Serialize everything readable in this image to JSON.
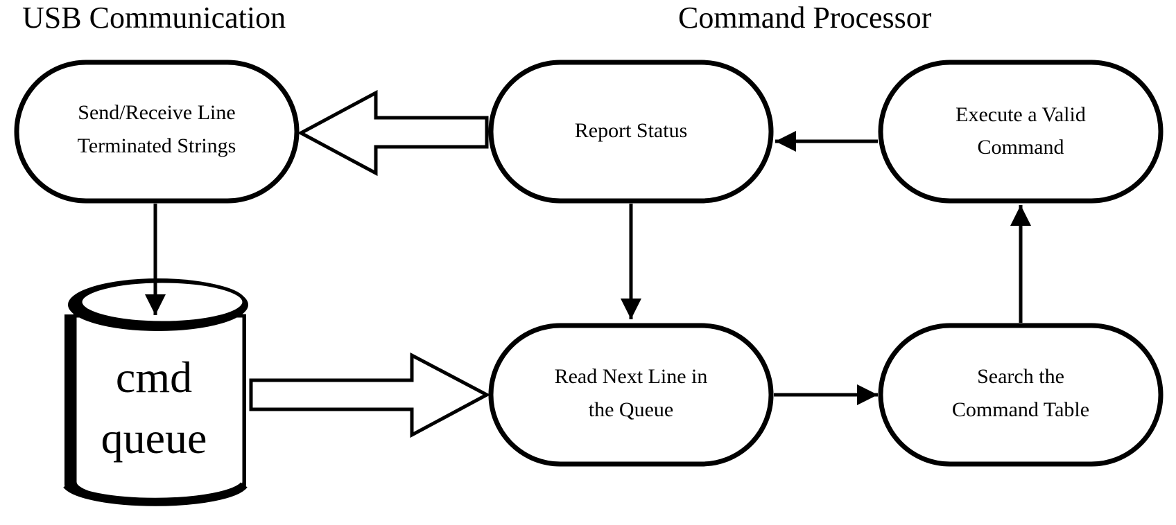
{
  "headings": {
    "usb": "USB Communication",
    "processor": "Command Processor"
  },
  "nodes": {
    "send_receive": {
      "line1": "Send/Receive Line",
      "line2": "Terminated Strings"
    },
    "report_status": {
      "line1": "Report Status"
    },
    "execute": {
      "line1": "Execute a Valid",
      "line2": "Command"
    },
    "read_next": {
      "line1": "Read Next Line in",
      "line2": "the Queue"
    },
    "search": {
      "line1": "Search the",
      "line2": "Command Table"
    },
    "queue": {
      "line1": "cmd",
      "line2": "queue"
    }
  }
}
